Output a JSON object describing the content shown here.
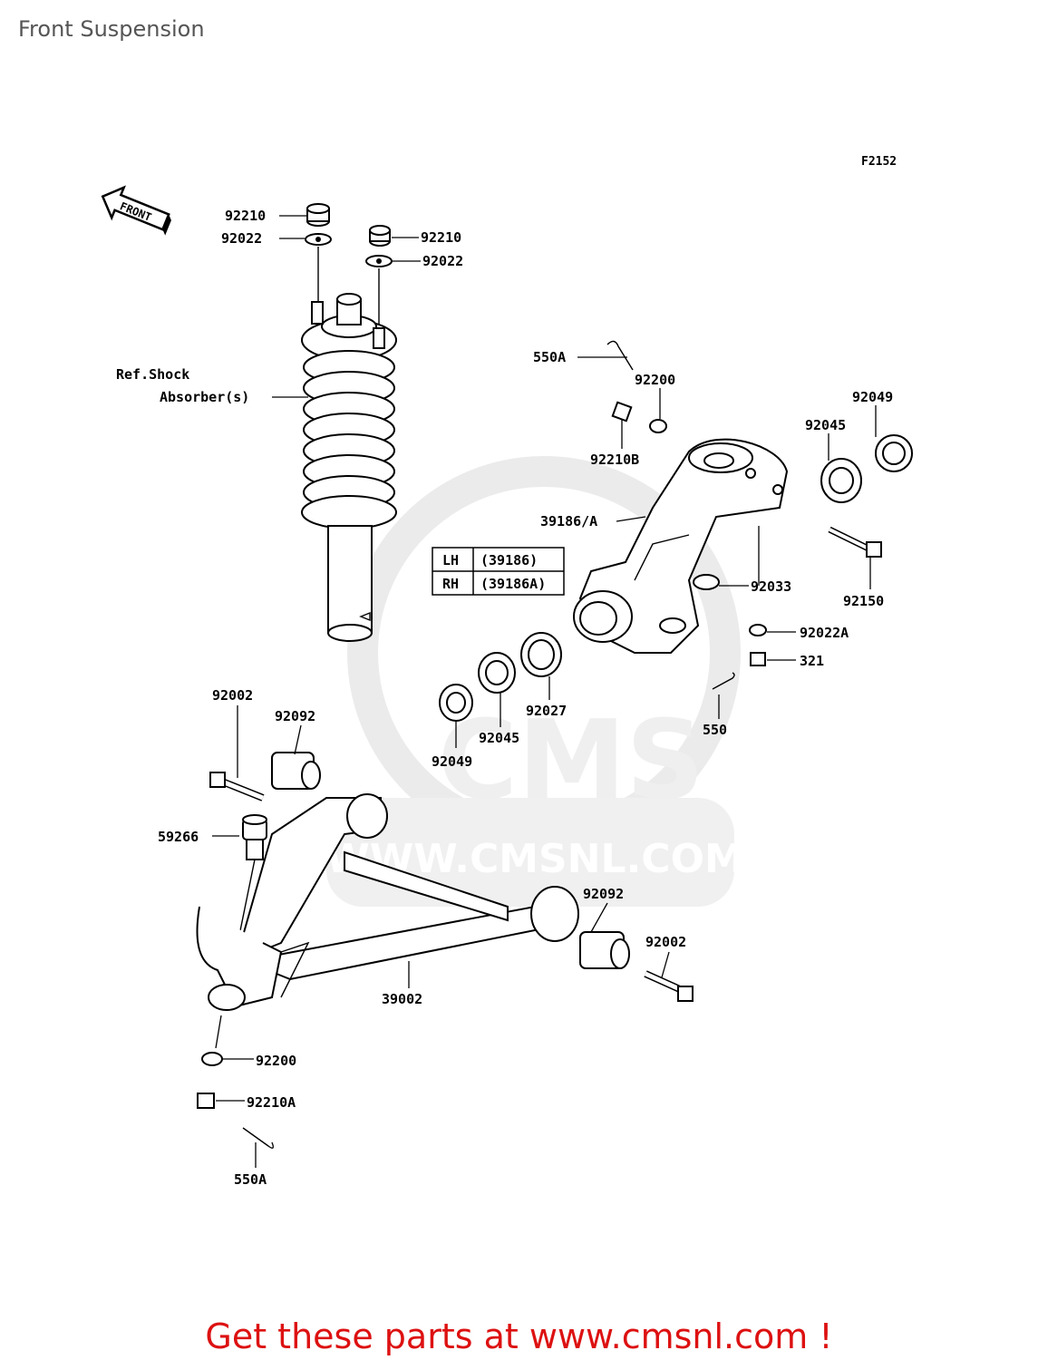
{
  "page_title": "Front Suspension",
  "diagram_code": "F2152",
  "front_arrow_label": "FRONT",
  "watermark": {
    "line1": "CMS",
    "line2": "WWW.CMSNL.COM"
  },
  "side_table": {
    "rows": [
      {
        "side": "LH",
        "part": "(39186)"
      },
      {
        "side": "RH",
        "part": "(39186A)"
      }
    ]
  },
  "ref_note": {
    "line1": "Ref.Shock",
    "line2": "Absorber(s)"
  },
  "callouts": {
    "nut_top_left": "92210",
    "washer_top_left": "92022",
    "nut_top_right": "92210",
    "washer_top_right": "92022",
    "cotter_pin_top": "550A",
    "washer_knuckle": "92200",
    "nut_knuckle": "92210B",
    "seal_right": "92049",
    "bearing_right": "92045",
    "knuckle": "39186/A",
    "bolt_right": "92150",
    "circlip": "92033",
    "washer_knuckle_lower": "92022A",
    "nut_castle": "321",
    "cotter_pin_right": "550",
    "spacer": "92027",
    "bearing_left": "92045",
    "seal_left": "92049",
    "bolt_arm_left": "92002",
    "bushing_left": "92092",
    "ball_joint": "59266",
    "bushing_right": "92092",
    "bolt_arm_right": "92002",
    "lower_arm": "39002",
    "washer_bottom": "92200",
    "nut_bottom": "92210A",
    "cotter_pin_bottom": "550A"
  },
  "footer": "Get these parts at www.cmsnl.com !",
  "colors": {
    "footer": "#dd1111",
    "title": "#555555",
    "watermark": "#e6e6e6"
  }
}
